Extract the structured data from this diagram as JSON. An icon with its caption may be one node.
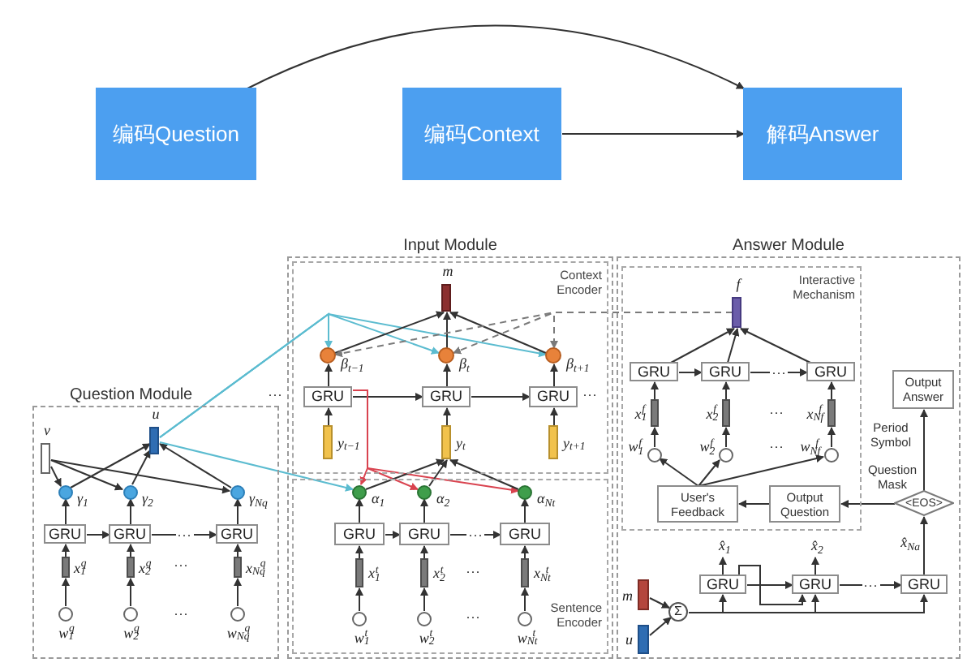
{
  "diagram": {
    "nodes": [
      {
        "text": [
          "编码Question"
        ]
      },
      {
        "text": [
          "编码Context"
        ]
      },
      {
        "text": [
          "解码Answer"
        ]
      },
      {
        "text": [
          "Question Module"
        ]
      },
      {
        "text": [
          "v"
        ],
        "in": 3
      },
      {
        "text": [
          "u"
        ],
        "in": 3
      },
      {
        "text": [],
        "shape": "circle",
        "beside": [
          "γ$_{1}$"
        ],
        "in": 3
      },
      {
        "text": [],
        "shape": "circle",
        "beside": [
          "γ$_{2}$"
        ],
        "in": 3
      },
      {
        "text": [],
        "shape": "circle",
        "beside": [
          "γ$_{Nq}$"
        ],
        "in": 3
      },
      {
        "text": [
          "GRU"
        ],
        "in": 3
      },
      {
        "text": [
          "GRU"
        ],
        "in": 3
      },
      {
        "text": [
          "GRU"
        ],
        "in": 3
      },
      {
        "text": [],
        "shape": "bar",
        "beside": [
          "x$_{1}$$^{q}$"
        ],
        "in": 3
      },
      {
        "text": [],
        "shape": "bar",
        "beside": [
          "x$_{2}$$^{q}$"
        ],
        "in": 3
      },
      {
        "text": [],
        "shape": "bar",
        "beside": [
          "x$_{Nq}$$^{q}$"
        ],
        "in": 3
      },
      {
        "text": [],
        "shape": "circle",
        "beside": [
          "w$_{1}$$^{q}$"
        ],
        "in": 3
      },
      {
        "text": [],
        "shape": "circle",
        "beside": [
          "w$_{2}$$^{q}$"
        ],
        "in": 3
      },
      {
        "text": [],
        "shape": "circle",
        "beside": [
          "w$_{Nq}$$^{q}$"
        ],
        "in": 3
      },
      {
        "text": [
          "Input Module"
        ]
      },
      {
        "text": [
          "Context Encoder"
        ],
        "in": 18
      },
      {
        "text": [
          "m"
        ],
        "in": 19
      },
      {
        "text": [],
        "shape": "circle",
        "beside": [
          "β$_{t−1}$"
        ],
        "in": 19
      },
      {
        "text": [],
        "shape": "circle",
        "beside": [
          "β$_{t}$"
        ],
        "in": 19
      },
      {
        "text": [],
        "shape": "circle",
        "beside": [
          "β$_{t+1}$"
        ],
        "in": 19
      },
      {
        "text": [
          "GRU"
        ],
        "in": 19
      },
      {
        "text": [
          "GRU"
        ],
        "in": 19
      },
      {
        "text": [
          "GRU"
        ],
        "in": 19
      },
      {
        "text": [],
        "shape": "bar",
        "beside": [
          "y$_{t−1}$"
        ],
        "in": 19
      },
      {
        "text": [],
        "shape": "bar",
        "beside": [
          "y$_{t}$"
        ],
        "in": 19
      },
      {
        "text": [],
        "shape": "bar",
        "beside": [
          "y$_{t+1}$"
        ],
        "in": 19
      },
      {
        "text": [
          "Sentence Encoder"
        ],
        "in": 18
      },
      {
        "text": [],
        "shape": "circle",
        "beside": [
          "α$_{1}$"
        ],
        "in": 30
      },
      {
        "text": [],
        "shape": "circle",
        "beside": [
          "α$_{2}$"
        ],
        "in": 30
      },
      {
        "text": [],
        "shape": "circle",
        "beside": [
          "α$_{Nt}$"
        ],
        "in": 30
      },
      {
        "text": [
          "GRU"
        ],
        "in": 30
      },
      {
        "text": [
          "GRU"
        ],
        "in": 30
      },
      {
        "text": [
          "GRU"
        ],
        "in": 30
      },
      {
        "text": [],
        "shape": "bar",
        "beside": [
          "x$_{1}$$^{t}$"
        ],
        "in": 30
      },
      {
        "text": [],
        "shape": "bar",
        "beside": [
          "x$_{2}$$^{t}$"
        ],
        "in": 30
      },
      {
        "text": [],
        "shape": "bar",
        "beside": [
          "x$_{Nt}$$^{t}$"
        ],
        "in": 30
      },
      {
        "text": [],
        "shape": "circle",
        "beside": [
          "w$_{1}$$^{t}$"
        ],
        "in": 30
      },
      {
        "text": [],
        "shape": "circle",
        "beside": [
          "w$_{2}$$^{t}$"
        ],
        "in": 30
      },
      {
        "text": [],
        "shape": "circle",
        "beside": [
          "w$_{Nt}$$^{t}$"
        ],
        "in": 30
      },
      {
        "text": [
          "Answer Module"
        ]
      },
      {
        "text": [
          "Interactive Mechanism"
        ],
        "in": 43
      },
      {
        "text": [
          "f"
        ],
        "in": 44
      },
      {
        "text": [
          "GRU"
        ],
        "in": 44
      },
      {
        "text": [
          "GRU"
        ],
        "in": 44
      },
      {
        "text": [
          "GRU"
        ],
        "in": 44
      },
      {
        "text": [],
        "shape": "bar",
        "beside": [
          "x$_{1}$$^{f}$"
        ],
        "in": 44
      },
      {
        "text": [],
        "shape": "bar",
        "beside": [
          "x$_{2}$$^{f}$"
        ],
        "in": 44
      },
      {
        "text": [],
        "shape": "bar",
        "beside": [
          "x$_{Nf}$$^{f}$"
        ],
        "in": 44
      },
      {
        "text": [],
        "shape": "circle",
        "beside": [
          "w$_{1}$$^{f}$"
        ],
        "in": 44
      },
      {
        "text": [],
        "shape": "circle",
        "beside": [
          "w$_{2}$$^{f}$"
        ],
        "in": 44
      },
      {
        "text": [],
        "shape": "circle",
        "beside": [
          "w$_{Nf}$$^{f}$"
        ],
        "in": 44
      },
      {
        "text": [
          "User's Feedback"
        ],
        "in": 44
      },
      {
        "text": [
          "Output Question"
        ],
        "in": 44
      },
      {
        "text": [
          "Output Answer"
        ],
        "in": 43
      },
      {
        "text": [
          "<EOS>"
        ],
        "in": 43
      },
      {
        "text": [
          "m"
        ],
        "in": 43
      },
      {
        "text": [
          "u"
        ],
        "in": 43
      },
      {
        "text": [
          "Σ"
        ],
        "in": 43
      },
      {
        "text": [
          "GRU"
        ],
        "in": 43
      },
      {
        "text": [
          "GRU"
        ],
        "in": 43
      },
      {
        "text": [
          "GRU"
        ],
        "in": 43
      },
      {
        "text": [
          "x̂$_{1}$"
        ],
        "in": 43
      },
      {
        "text": [
          "x̂$_{2}$"
        ],
        "in": 43
      }
    ],
    "edges": [
      {
        "from": 0,
        "to": 2,
        "arrow": "to"
      },
      {
        "from": 1,
        "to": 2,
        "arrow": "to"
      },
      {
        "from": 15,
        "to": 12,
        "arrow": "to"
      },
      {
        "from": 16,
        "to": 13,
        "arrow": "to"
      },
      {
        "from": 17,
        "to": 14,
        "arrow": "to"
      },
      {
        "from": 12,
        "to": 9,
        "arrow": "to"
      },
      {
        "from": 13,
        "to": 10,
        "arrow": "to"
      },
      {
        "from": 14,
        "to": 11,
        "arrow": "to"
      },
      {
        "from": 9,
        "to": 6,
        "arrow": "to"
      },
      {
        "from": 10,
        "to": 7,
        "arrow": "to"
      },
      {
        "from": 11,
        "to": 8,
        "arrow": "to"
      },
      {
        "from": 9,
        "to": 10,
        "arrow": "to"
      },
      {
        "from": 10,
        "to": 11,
        "arrow": "to",
        "label": "···"
      },
      {
        "from": 4,
        "to": 6,
        "arrow": "to"
      },
      {
        "from": 4,
        "to": 7,
        "arrow": "to"
      },
      {
        "from": 4,
        "to": 8,
        "arrow": "to"
      },
      {
        "from": 6,
        "to": 5,
        "arrow": "to"
      },
      {
        "from": 7,
        "to": 5,
        "arrow": "to"
      },
      {
        "from": 8,
        "to": 5,
        "arrow": "to"
      },
      {
        "from": 5,
        "to": 21,
        "arrow": "to",
        "color": "#5cbcd0"
      },
      {
        "from": 5,
        "to": 22,
        "arrow": "to",
        "color": "#5cbcd0"
      },
      {
        "from": 5,
        "to": 23,
        "arrow": "to",
        "color": "#5cbcd0"
      },
      {
        "from": 5,
        "to": 31,
        "arrow": "to",
        "color": "#5cbcd0"
      },
      {
        "from": 27,
        "to": 24,
        "arrow": "to"
      },
      {
        "from": 28,
        "to": 25,
        "arrow": "to"
      },
      {
        "from": 29,
        "to": 26,
        "arrow": "to"
      },
      {
        "from": 24,
        "to": 21,
        "arrow": "to"
      },
      {
        "from": 25,
        "to": 22,
        "arrow": "to"
      },
      {
        "from": 26,
        "to": 23,
        "arrow": "to"
      },
      {
        "from": 24,
        "to": 25,
        "arrow": "to"
      },
      {
        "from": 25,
        "to": 26,
        "arrow": "to"
      },
      {
        "from": 21,
        "to": 20,
        "arrow": "to"
      },
      {
        "from": 22,
        "to": 20,
        "arrow": "to"
      },
      {
        "from": 23,
        "to": 20,
        "arrow": "to"
      },
      {
        "from": 45,
        "to": 21,
        "arrow": "to",
        "style": "dashed",
        "color": "#7a7a7a"
      },
      {
        "from": 45,
        "to": 22,
        "arrow": "to",
        "style": "dashed",
        "color": "#7a7a7a"
      },
      {
        "from": 45,
        "to": 23,
        "arrow": "to",
        "style": "dashed",
        "color": "#7a7a7a"
      },
      {
        "from": 24,
        "to": 31,
        "arrow": "to",
        "color": "#d9434f"
      },
      {
        "from": 24,
        "to": 32,
        "arrow": "to",
        "color": "#d9434f"
      },
      {
        "from": 24,
        "to": 33,
        "arrow": "to",
        "color": "#d9434f"
      },
      {
        "from": 40,
        "to": 37,
        "arrow": "to"
      },
      {
        "from": 41,
        "to": 38,
        "arrow": "to"
      },
      {
        "from": 42,
        "to": 39,
        "arrow": "to"
      },
      {
        "from": 37,
        "to": 34,
        "arrow": "to"
      },
      {
        "from": 38,
        "to": 35,
        "arrow": "to"
      },
      {
        "from": 39,
        "to": 36,
        "arrow": "to"
      },
      {
        "from": 34,
        "to": 31,
        "arrow": "to"
      },
      {
        "from": 35,
        "to": 32,
        "arrow": "to"
      },
      {
        "from": 36,
        "to": 33,
        "arrow": "to"
      },
      {
        "from": 34,
        "to": 35,
        "arrow": "to"
      },
      {
        "from": 35,
        "to": 36,
        "arrow": "to",
        "label": "···"
      },
      {
        "from": 31,
        "to": 28,
        "arrow": "to"
      },
      {
        "from": 32,
        "to": 28,
        "arrow": "to"
      },
      {
        "from": 33,
        "to": 28,
        "arrow": "to"
      },
      {
        "from": 52,
        "to": 49,
        "arrow": "to"
      },
      {
        "from": 53,
        "to": 50,
        "arrow": "to"
      },
      {
        "from": 54,
        "to": 51,
        "arrow": "to"
      },
      {
        "from": 49,
        "to": 46,
        "arrow": "to"
      },
      {
        "from": 50,
        "to": 47,
        "arrow": "to"
      },
      {
        "from": 51,
        "to": 48,
        "arrow": "to"
      },
      {
        "from": 46,
        "to": 47,
        "arrow": "to"
      },
      {
        "from": 47,
        "to": 48,
        "arrow": "to",
        "label": "···"
      },
      {
        "from": 46,
        "to": 45,
        "arrow": "to"
      },
      {
        "from": 47,
        "to": 45,
        "arrow": "to"
      },
      {
        "from": 48,
        "to": 45,
        "arrow": "to"
      },
      {
        "from": 55,
        "to": 52,
        "arrow": "to"
      },
      {
        "from": 55,
        "to": 53,
        "arrow": "to"
      },
      {
        "from": 55,
        "to": 54,
        "arrow": "to"
      },
      {
        "from": 56,
        "to": 55,
        "arrow": "to"
      },
      {
        "from": 58,
        "to": 56,
        "arrow": "to",
        "label": "Question Mask"
      },
      {
        "from": 58,
        "to": 57,
        "arrow": "to",
        "label": "Period Symbol"
      },
      {
        "from": 59,
        "to": 61,
        "arrow": "to"
      },
      {
        "from": 60,
        "to": 61,
        "arrow": "to"
      },
      {
        "from": 61,
        "to": 62,
        "arrow": "to"
      },
      {
        "from": 61,
        "to": 63,
        "arrow": "to"
      },
      {
        "from": 61,
        "to": 64,
        "arrow": "to"
      },
      {
        "from": 62,
        "to": 63,
        "arrow": "to"
      },
      {
        "from": 63,
        "to": 64,
        "arrow": "to",
        "label": "···"
      },
      {
        "from": 62,
        "to": 65,
        "arrow": "to"
      },
      {
        "from": 63,
        "to": 66,
        "arrow": "to"
      },
      {
        "from": 62,
        "to": 63,
        "arrow": "to"
      },
      {
        "from": 64,
        "to": 58,
        "arrow": "to",
        "label": "x̂$_{Na}$"
      }
    ],
    "labels": [
      "···",
      "···",
      "···",
      "···",
      "···",
      "···",
      "···",
      "···"
    ]
  }
}
